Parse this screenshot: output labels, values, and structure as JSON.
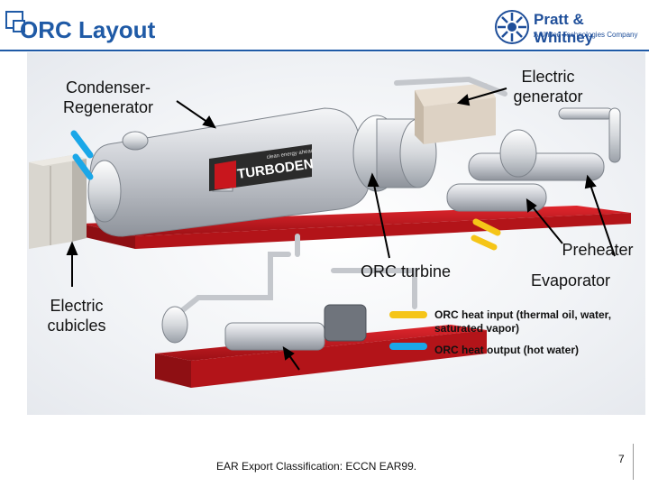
{
  "slide": {
    "title": "ORC Layout",
    "logo": {
      "name": "Pratt & Whitney",
      "tagline": "A United Technologies Company"
    },
    "footer": "EAR Export Classification: ECCN EAR99.",
    "page_number": "7"
  },
  "diagram": {
    "labels": {
      "condenser": "Condenser-\nRegenerator",
      "generator": "Electric\ngenerator",
      "preheater": "Preheater",
      "turbine": "ORC turbine",
      "evaporator": "Evaporator",
      "cubicles": "Electric\ncubicles",
      "brand": "TURBODEN",
      "brand_tagline": "clean energy ahead"
    },
    "legend": [
      {
        "color": "#f5c518",
        "text": "ORC heat input (thermal oil, water, saturated vapor)"
      },
      {
        "color": "#1aa7e8",
        "text": "ORC heat output (hot water)"
      }
    ],
    "colors": {
      "skid": "#c8161d",
      "title": "#1f5aa6",
      "heat_in": "#f5c518",
      "heat_out": "#1aa7e8"
    }
  }
}
